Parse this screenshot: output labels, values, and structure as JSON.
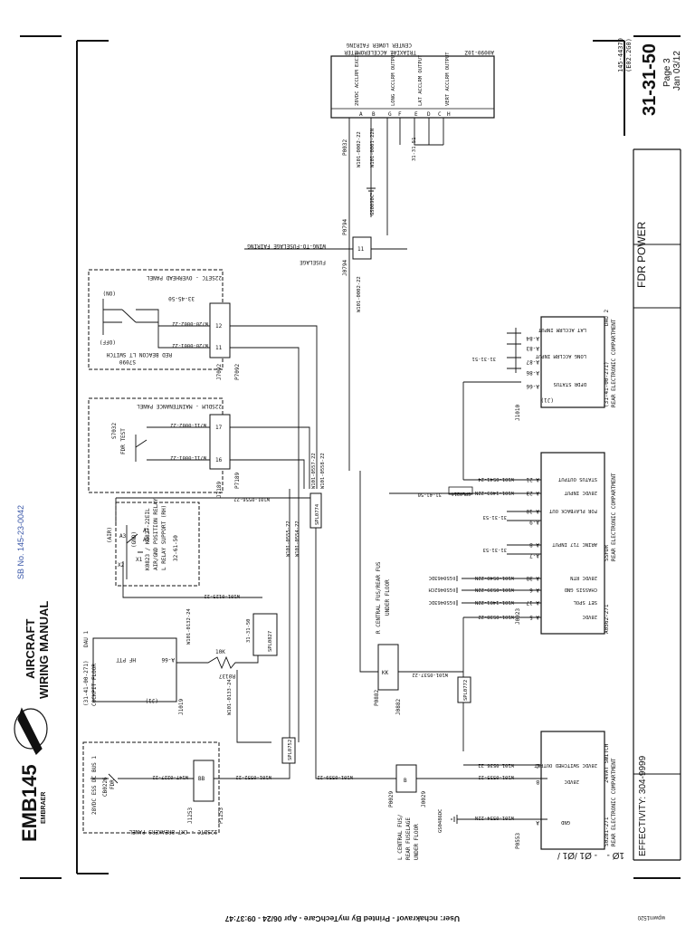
{
  "header": {
    "chapter": "31-31-50",
    "page": "Page 3",
    "date": "Jan 03/12",
    "code1": "145-44370",
    "code2": "(E02.2G0)",
    "sheet": "FDR POWER",
    "effectivity": "EFFECTIVITY: 304-9999",
    "sb_no": "SB No. 145-23-0042",
    "brand_main": "EMB145",
    "brand_sub": "EMBRAER",
    "manual_line1": "AIRCRAFT",
    "manual_line2": "WIRING MANUAL"
  },
  "footer": {
    "printed_by": "User: nchakravof - Printed By myTechCare - Apr 06/24 - 09:37:47",
    "sheet_id": "wpwm1520",
    "io_marks": [
      "1Ø -",
      "- Ø1 /",
      "Ø1 /",
      "Ø1 /"
    ]
  },
  "panels": {
    "overhead": {
      "title": "22SETC - OVERHEAD PANEL",
      "switch_id": "S7090",
      "switch_name": "RED BEACON LT SWITCH",
      "ref": "33-45-50",
      "on": "(ON)",
      "off": "(OFF)",
      "conn_j": "J7092",
      "conn_p": "P7092",
      "pins": [
        "12",
        "11"
      ],
      "wires": [
        "W720-0002-22",
        "W720-0001-22"
      ]
    },
    "maintenance": {
      "title": "22SDLM - MAINTENANCE PANEL",
      "switch_id": "S7032",
      "switch_name": "FDR TEST",
      "conn_j": "J7189",
      "conn_p": "P7189",
      "pins": [
        "17",
        "16"
      ],
      "wires": [
        "W711-0002-22",
        "W711-0001-22"
      ]
    },
    "relay": {
      "label": "K0823 / K0827-22EIL",
      "desc1": "AIR/GND POSITION RELAY",
      "desc2": "L RELAY SUPPORT (RH)",
      "ref": "32-61-50",
      "air": "(AIR)",
      "gnd": "(GND)",
      "pins": [
        "A3",
        "X1",
        "X2",
        "A2",
        "A1"
      ],
      "wire": "W101-0123-22"
    },
    "cockpit": {
      "unit": "DAU 1",
      "title": "(31-41-00-271)",
      "location": "COCKPIT FLOOR",
      "signal": "HF PTT",
      "pin": "A-66",
      "jack": "(J1)",
      "conn": "J1019",
      "resistor": "R0137",
      "resistor_value": "10K",
      "wires": [
        "W101-0132-24",
        "W101-0133-24"
      ],
      "splice": "SPL0827",
      "splice_ref": "31-31-50"
    },
    "breakers": {
      "title": "22SDTC - CKT BREAKERS PANEL",
      "bus": "28VDC ESS DC BUS 1",
      "cb": "CB0226",
      "cb_name": "FDR",
      "conn_j": "J1253",
      "conn_p": "P1253",
      "pin": "BB",
      "wires": [
        "W147-0227-22",
        "W101-0552-22"
      ],
      "splice": "SPL0752"
    },
    "accel": {
      "title": "TRIAXIAL ACCELEROMETER",
      "subtitle": "CENTER LOWER FAIRING",
      "part": "A0090-10Z",
      "pins": [
        "A",
        "B",
        "G",
        "F",
        "E",
        "D",
        "C",
        "H"
      ],
      "signals": [
        "28VDC ACCLRM EXCIT",
        "LONG ACCLRM OUTPUT",
        "LAT ACCLRM OUTPUT",
        "VERT ACCLRM OUTPUT"
      ],
      "conn": "P0032",
      "wires": [
        "W101-0002-22",
        "W101-0001-22N"
      ],
      "ground": "GS0090C",
      "ref": "31-31-51"
    },
    "wing": {
      "label": "WING-TO-FUSELAGE FAIRING",
      "fuselage": "FUSELAGE",
      "pin": "11",
      "conn_top": "P0794",
      "conn_bot": "J0794",
      "wire": "W101-0002-22"
    },
    "dau2": {
      "title": "DAU 2",
      "part": "(31-41-00-271)",
      "location": "REAR ELECTRONIC COMPARTMENT",
      "jack": "(J1)",
      "conn": "J1010",
      "ref": "31-31-51",
      "rows": [
        {
          "label": "LAT ACCLRM INPUT",
          "pin": "A-84"
        },
        {
          "label": "",
          "pin": "A-83"
        },
        {
          "label": "LONG ACCLRM INPUT",
          "pin": "A-87"
        },
        {
          "label": "",
          "pin": "A-86"
        },
        {
          "label": "DFDR STATUS",
          "pin": "A-66"
        }
      ]
    },
    "ssfdr": {
      "title": "SSFDR",
      "part": "A0562-271",
      "location": "REAR ELECTRONIC COMPARTMENT",
      "conn": "J0023",
      "rows": [
        {
          "label": "STATUS OUTPUT",
          "pin": "A-21",
          "wire": "W101-0541-24"
        },
        {
          "label": "28VDC INPUT",
          "pin": "A-23",
          "wire": "W101-1403-22N",
          "ref": "31-41-50",
          "splice": "SPL0214"
        },
        {
          "label": "FOR PLAYBACK OUT",
          "pin": "A-10",
          "ref": "31-31-53"
        },
        {
          "label": "",
          "pin": "A-9"
        },
        {
          "label": "ARINC 717 INPUT",
          "pin": "A-8",
          "ref": "31-31-53"
        },
        {
          "label": "",
          "pin": "A-7"
        },
        {
          "label": "28VDC RTN",
          "pin": "A-38",
          "wire": "W101-0540-22N",
          "ground": "GS0463DC"
        },
        {
          "label": "CHASSIS GND",
          "pin": "A-6",
          "wire": "W101-0539-22N",
          "ground": "GS0462CH"
        },
        {
          "label": "SET SPOL",
          "pin": "A-17",
          "wire": "W101-1401-22N",
          "ground": "GS0463DC"
        },
        {
          "label": "28VDC",
          "pin": "A-5",
          "wire": "W101-0538-22"
        }
      ]
    },
    "hswitch": {
      "title": "24VAT SWITCH",
      "part": "S0281-271",
      "location": "REAR ELECTRONIC COMPARTMENT",
      "conn": "P0553",
      "rows": [
        {
          "label": "28VDC SWITCHED OUTPUT",
          "pin": "C",
          "wire": "W101-0536-22"
        },
        {
          "label": "28VDC",
          "pin": "B",
          "wire": "W101-0535-22"
        },
        {
          "label": "GND",
          "pin": "A",
          "wire": "W101-0534-22N",
          "ground": "GS0466DC"
        }
      ],
      "splice": "SPL0772"
    },
    "central": {
      "label1": "R CENTRAL FUS/REAR FUS",
      "label2": "UNDER FLOOR",
      "conn_top": "P0882",
      "conn_bot": "J0882",
      "pin": "KK",
      "wire": "W101-0537-22"
    },
    "lcentral": {
      "label1": "L CENTRAL FUS/",
      "label2": "REAR FUSELAGE",
      "label3": "UNDER FLOOR",
      "conn_top": "P0029",
      "conn_bot": "J0029",
      "pin": "B",
      "wire": "W101-0559-22",
      "ground": "GS0486DC"
    },
    "trunk": {
      "wires": [
        "W101-0557-22",
        "W101-0558-22",
        "W101-0556-22",
        "W101-0555-22",
        "W101-0554-22"
      ],
      "splice": "SPL0774"
    }
  }
}
